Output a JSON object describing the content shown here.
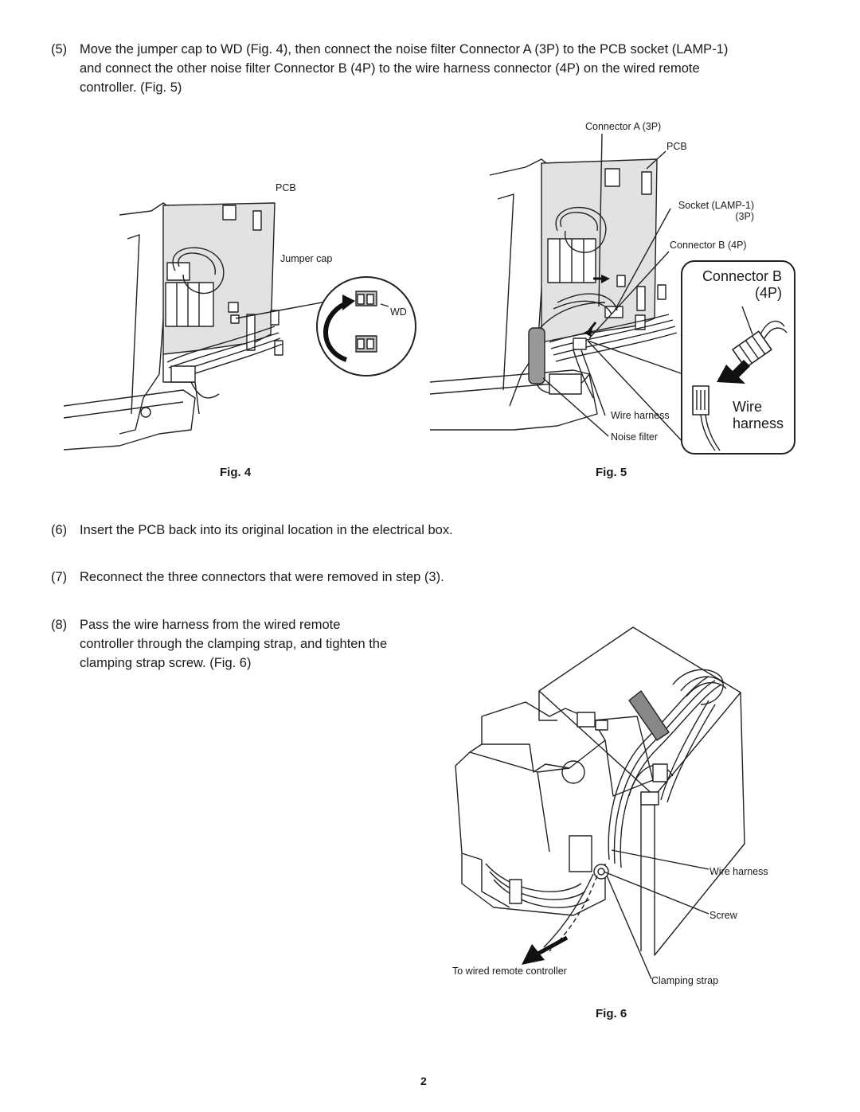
{
  "steps": [
    {
      "num": "(5)",
      "text": "Move the jumper cap to WD (Fig. 4), then connect the noise filter Connector A (3P) to the PCB socket (LAMP-1)\nand connect the other noise filter Connector B (4P) to the wire harness connector (4P) on the wired remote\ncontroller. (Fig. 5)"
    },
    {
      "num": "(6)",
      "text": "Insert the PCB back into its original location in the electrical box."
    },
    {
      "num": "(7)",
      "text": "Reconnect the three connectors that were removed in step (3)."
    },
    {
      "num": "(8)",
      "text": "Pass the wire harness from the wired remote\ncontroller through the clamping strap, and tighten the\nclamping strap screw. (Fig. 6)"
    }
  ],
  "fig4": {
    "caption": "Fig. 4",
    "labels": {
      "pcb": "PCB",
      "jumper_cap": "Jumper cap",
      "wd": "WD"
    }
  },
  "fig5": {
    "caption": "Fig. 5",
    "labels": {
      "connector_a": "Connector A (3P)",
      "pcb": "PCB",
      "socket": "Socket (LAMP-1)\n(3P)",
      "connector_b": "Connector B (4P)",
      "wire_harness": "Wire harness",
      "noise_filter": "Noise filter"
    },
    "inset": {
      "connector_b": "Connector B\n(4P)",
      "wire_harness": "Wire\nharness"
    }
  },
  "fig6": {
    "caption": "Fig. 6",
    "labels": {
      "wire_harness": "Wire harness",
      "screw": "Screw",
      "to_remote": "To wired remote controller",
      "clamping_strap": "Clamping strap"
    }
  },
  "page_number": "2"
}
